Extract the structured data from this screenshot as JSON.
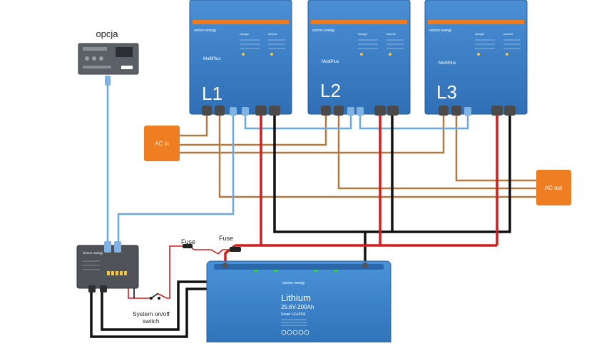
{
  "colors": {
    "inverter_blue": "#3a7fc7",
    "inverter_dark": "#2a66a8",
    "orange_stripe": "#f07a1e",
    "ac_box": "#ef7d22",
    "dc_positive": "#d11f1f",
    "dc_negative": "#111111",
    "ac_wire": "#b07a42",
    "ve_bus": "#6aa8de",
    "control_panel": "#5b5f66",
    "battery_blue": "#3f86cf"
  },
  "labels": {
    "option": "opcja",
    "ac_in": "AC in",
    "ac_out": "AC out",
    "fuse_1": "Fuse",
    "fuse_2": "Fuse",
    "switch_line1": "System on/off",
    "switch_line2": "switch",
    "brand": "victron energy"
  },
  "inverters": [
    {
      "phase": "L1",
      "model": "MultiPlus",
      "charger": "charger",
      "inverter": "inverter"
    },
    {
      "phase": "L2",
      "model": "MultiPlus",
      "charger": "charger",
      "inverter": "inverter"
    },
    {
      "phase": "L3",
      "model": "MultiPlus",
      "charger": "charger",
      "inverter": "inverter"
    }
  ],
  "battery": {
    "title": "Lithium",
    "spec": "25.6V-200Ah",
    "chem": "Smart LiFePO4"
  }
}
